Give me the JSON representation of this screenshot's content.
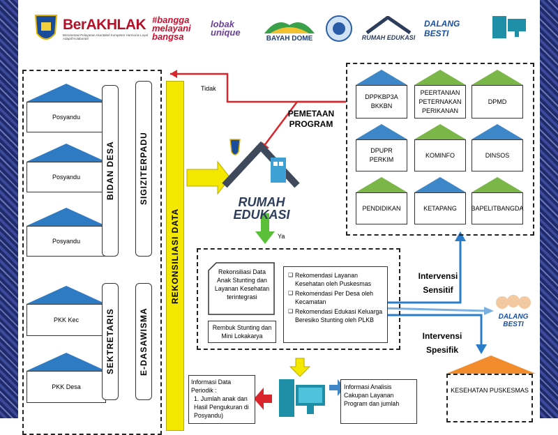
{
  "logos": {
    "berakhlak": "BerAKHLAK",
    "berakhlak_sub": "Berorientasi Pelayanan Akuntabel Kompeten Harmonis Loyal Adaptif Kolaboratif",
    "bangga": "#bangga melayani bangsa",
    "lobak": "lobak unique",
    "bayah": "BAYAH DOME",
    "rumah": "RUMAH EDUKASI",
    "dalang": "DALANG BESTI"
  },
  "left_units": [
    "Posyandu",
    "Posyandu",
    "Posyandu",
    "PKK Kec",
    "PKK Desa"
  ],
  "vertical_labels": {
    "bidan": "BIDAN DESA",
    "sigizi": "SIGIZITERPADU",
    "sekretaris": "SEKTRETARIS",
    "dasawisma": "E-DASAWISMA",
    "rekonsiliasi": "REKONSILIASI DATA"
  },
  "agencies": [
    "DPPKBP3A BKKBN",
    "PEERTANIAN PETERNAKAN PERIKANAN",
    "DPMD",
    "DPUPR PERKIM",
    "KOMINFO",
    "DINSOS",
    "PENDIDIKAN",
    "KETAPANG",
    "BAPELITBANGDA"
  ],
  "labels": {
    "tidak": "Tidak",
    "pemetaan": "PEMETAAN PROGRAM",
    "ya": "Ya",
    "intervensi_sensitif": "Intervensi Sensitif",
    "intervensi_spesifik": "Intervensi Spesifik",
    "kesehatan": "KESEHATAN PUSKESMAS"
  },
  "center": {
    "rekonsiliasi_box": "Rekonsiliasi Data Anak Stunting dan Layanan Kesehatan terintegrasi",
    "rembuk_box": "Rembuk Stunting dan Mini Lokakarya",
    "rekomendasi": [
      "Rekomendasi Layanan Kesehatan oleh Puskesmas",
      "Rekomendasi Per Desa oleh Kecamatan",
      "Rekomendasi Edukasi Keluarga Beresiko Stunting oleh PLKB"
    ]
  },
  "bottom": {
    "info_periodik_title": "Informasi Data Periodik :",
    "info_periodik_item": "1. Jumlah anak dan Hasil Pengukuran di Posyandu)",
    "info_analisis": "Informasi Analisis Cakupan Layanan Program dan jumlah"
  },
  "colors": {
    "yellow": "#f5e800",
    "red_arrow": "#d9262c",
    "blue_arrow": "#2a7cc7",
    "green_arrow": "#5bbf3a"
  }
}
